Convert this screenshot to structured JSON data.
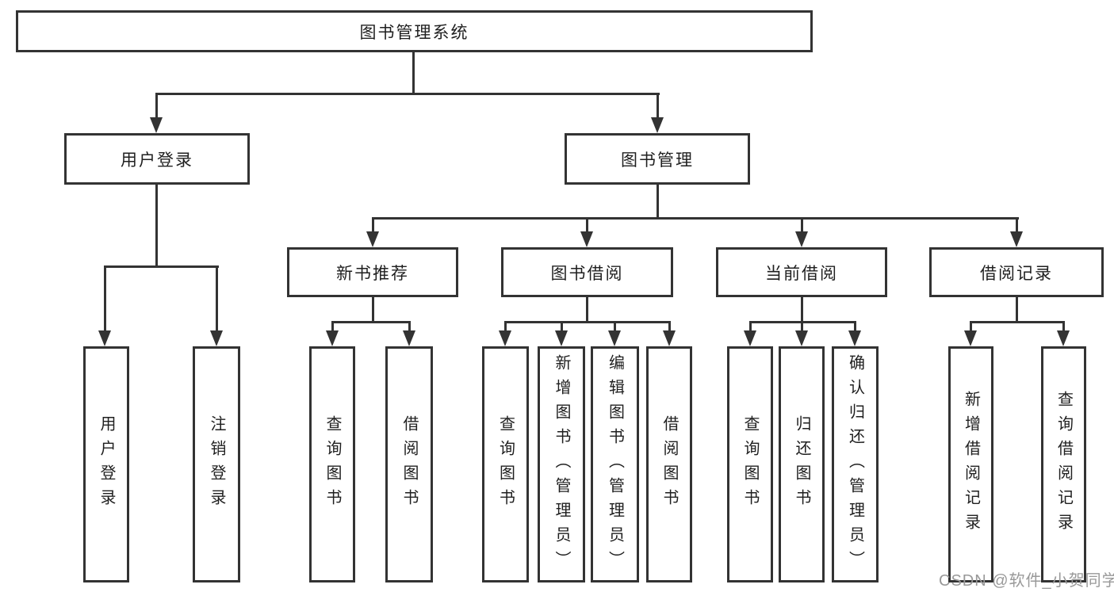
{
  "colors": {
    "line": "#333333",
    "text": "#1f1f1f",
    "watermark": "#999999"
  },
  "tree": {
    "root": "图书管理系统",
    "branches": [
      {
        "label": "用户登录",
        "leaves": [
          "用户登录",
          "注销登录"
        ]
      },
      {
        "label": "图书管理",
        "groups": [
          {
            "label": "新书推荐",
            "leaves": [
              "查询图书",
              "借阅图书"
            ]
          },
          {
            "label": "图书借阅",
            "leaves": [
              "查询图书",
              "新增图书（管理员）",
              "编辑图书（管理员）",
              "借阅图书"
            ]
          },
          {
            "label": "当前借阅",
            "leaves": [
              "查询图书",
              "归还图书",
              "确认归还（管理员）"
            ]
          },
          {
            "label": "借阅记录",
            "leaves": [
              "新增借阅记录",
              "查询借阅记录"
            ]
          }
        ]
      }
    ]
  },
  "watermark": "CSDN @软件_小贺同学"
}
